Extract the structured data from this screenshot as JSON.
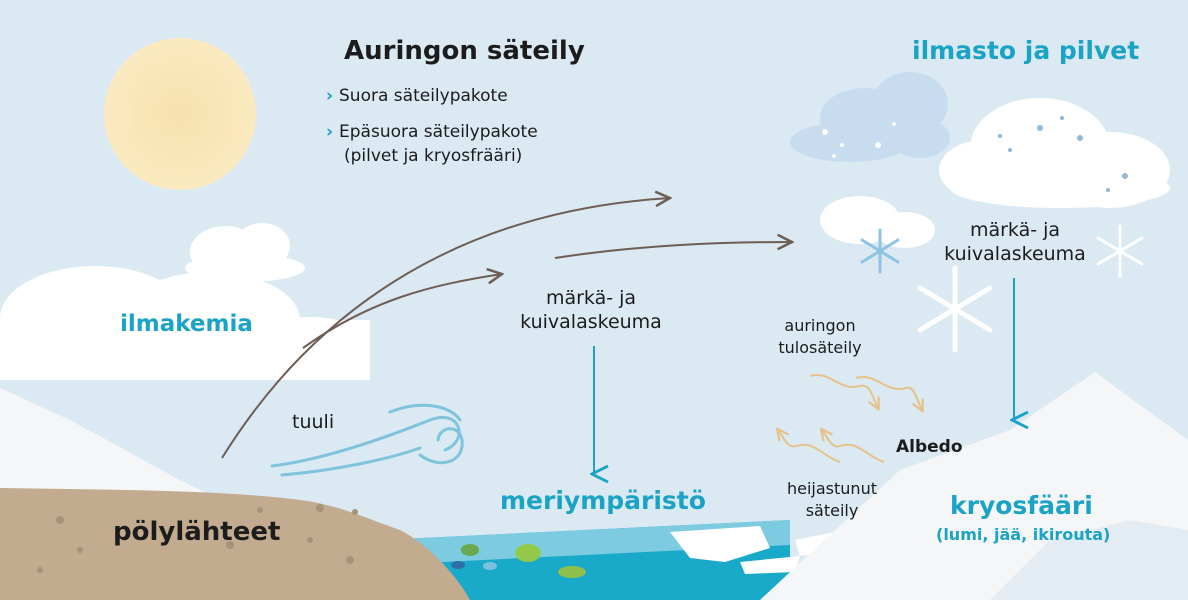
{
  "solar": {
    "title": "Auringon säteily",
    "bullet_direct": "Suora säteilypakote",
    "bullet_indirect": "Epäsuora säteilypakote",
    "bullet_indirect_sub": "(pilvet ja kryosfrääri)"
  },
  "climate_label": "ilmasto ja pilvet",
  "chemistry_label": "ilmakemia",
  "deposition_mid": "märkä- ja kuivalaskeuma",
  "deposition_right": "märkä- ja kuivalaskeuma",
  "incoming_radiation": "auringon tulosäteily",
  "reflected_radiation": "heijastunut säteily",
  "albedo_label": "Albedo",
  "wind_label": "tuuli",
  "dust_sources_label": "pölylähteet",
  "marine_label": "meriympäristö",
  "cryosphere": {
    "label": "kryosfääri",
    "sub": "(lumi, jää, ikirouta)"
  },
  "colors": {
    "sky": "#dbe9f3",
    "accent_teal": "#1aa3c4",
    "sun": "#fae7b0",
    "sand": "#c2ab8f",
    "water": "#19a9c9",
    "arrow_brown": "#6e5e55",
    "radiation_wave": "#e5c28a"
  }
}
